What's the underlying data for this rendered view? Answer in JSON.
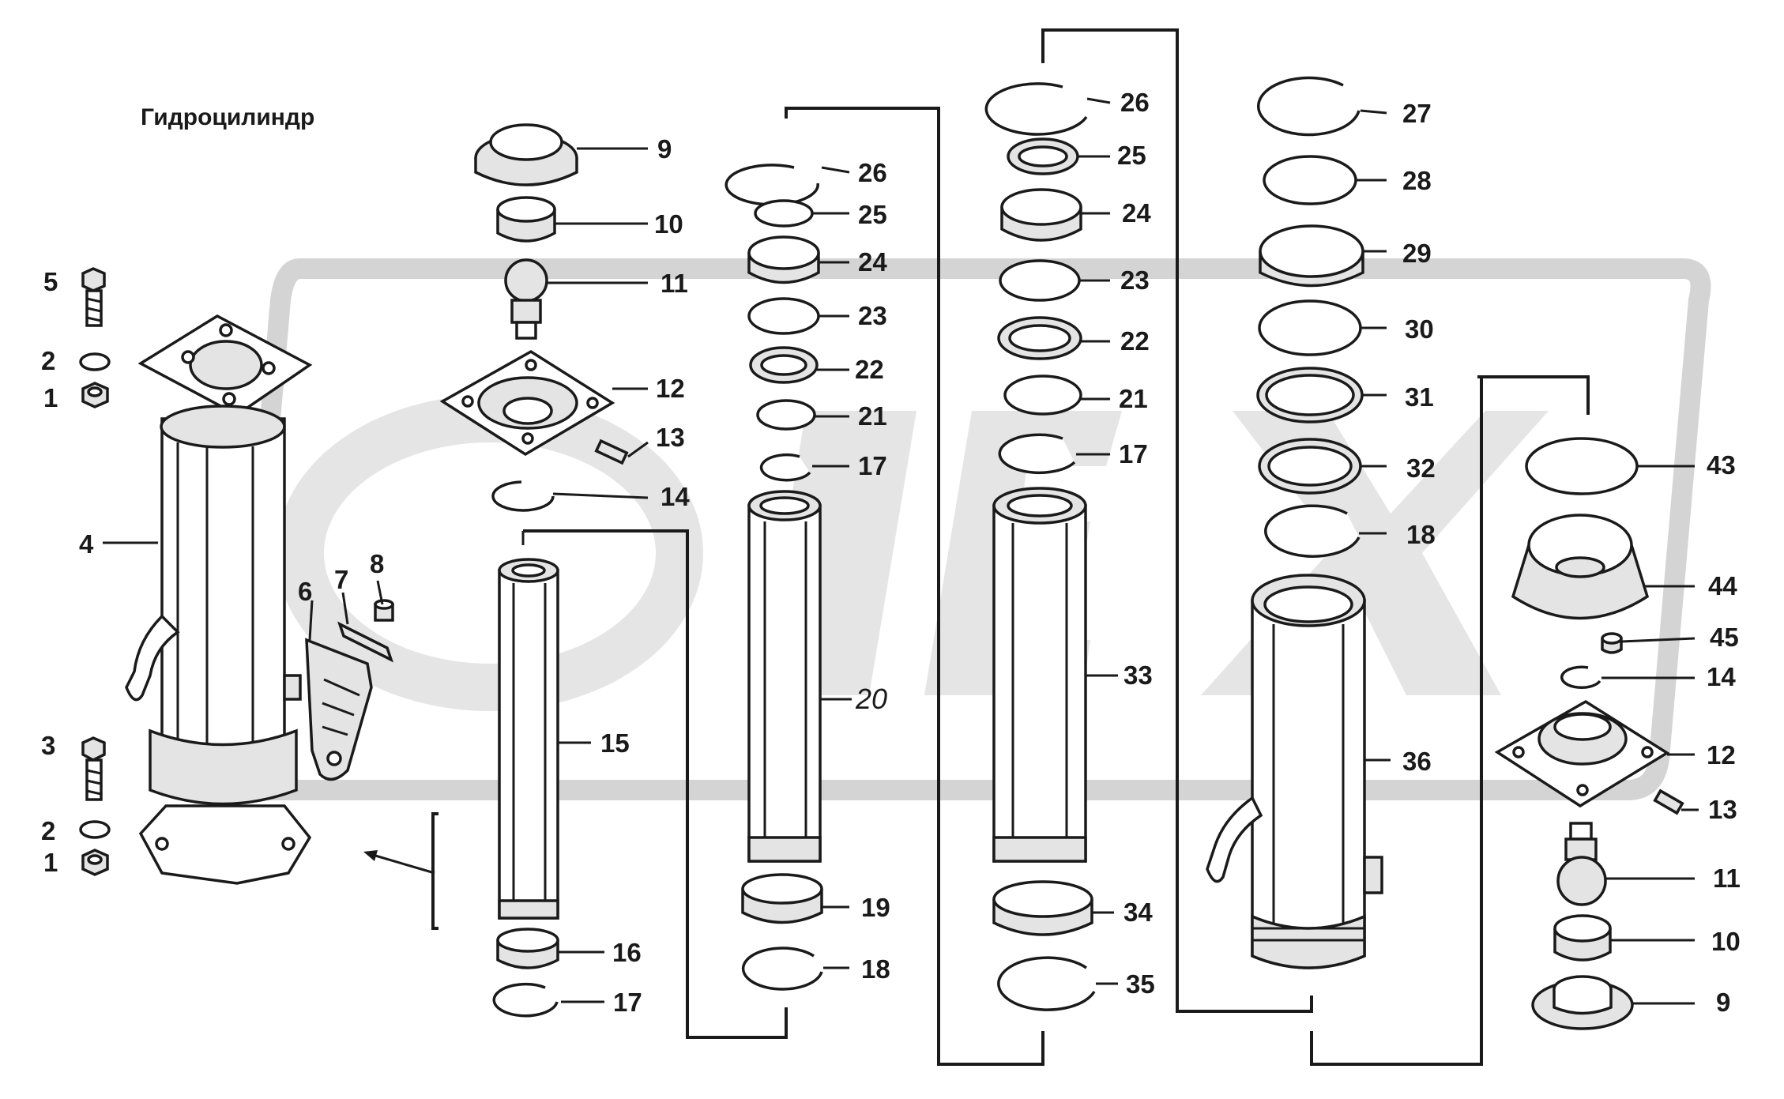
{
  "title": "Гидроцилиндр",
  "colors": {
    "ink": "#1a1a1a",
    "watermark": "#d4d4d4",
    "background": "#ffffff"
  },
  "callouts": {
    "c5": "5",
    "c2a": "2",
    "c1a": "1",
    "c4": "4",
    "c3": "3",
    "c2b": "2",
    "c1b": "1",
    "c6": "6",
    "c7": "7",
    "c8": "8",
    "c9": "9",
    "c10": "10",
    "c11": "11",
    "c12": "12",
    "c13": "13",
    "c14": "14",
    "c15": "15",
    "c16": "16",
    "c17": "17",
    "m26": "26",
    "m25": "25",
    "m24": "24",
    "m23": "23",
    "m22": "22",
    "m21": "21",
    "m17": "17",
    "m20": "20",
    "m19": "19",
    "m18": "18",
    "n26": "26",
    "n25": "25",
    "n24": "24",
    "n23": "23",
    "n22": "22",
    "n21": "21",
    "n17": "17",
    "n33": "33",
    "n34": "34",
    "n35": "35",
    "o27": "27",
    "o28": "28",
    "o29": "29",
    "o30": "30",
    "o31": "31",
    "o32": "32",
    "o18": "18",
    "o36": "36",
    "r43": "43",
    "r44": "44",
    "r45": "45",
    "r14": "14",
    "r12": "12",
    "r13": "13",
    "r11": "11",
    "r10": "10",
    "r9": "9"
  }
}
